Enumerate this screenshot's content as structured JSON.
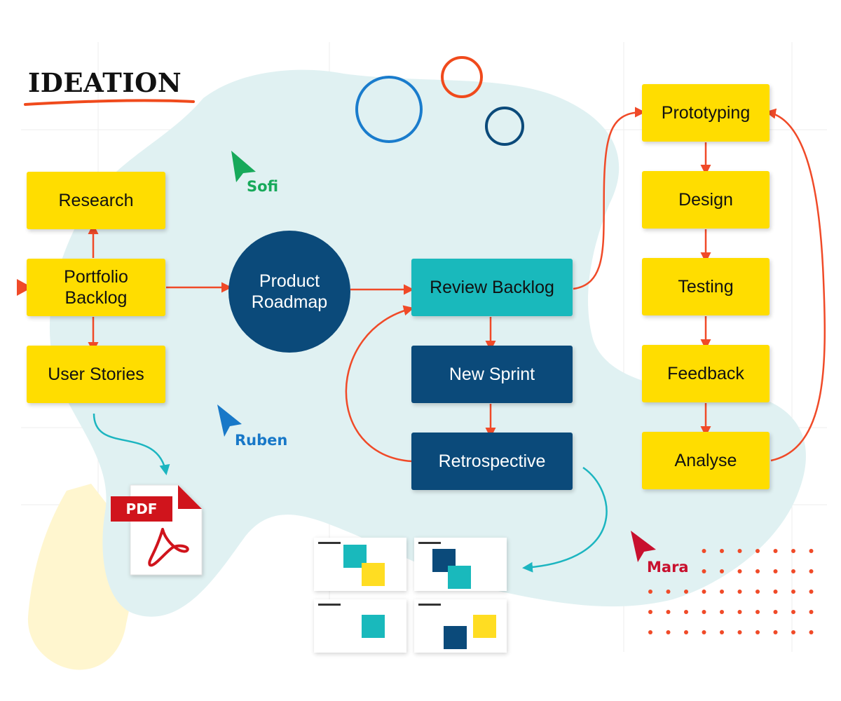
{
  "title": "IDEATION",
  "colors": {
    "yellow": "#ffdd00",
    "teal": "#19b9bc",
    "navy": "#0b4a7a",
    "arrow_red": "#f04a28",
    "arrow_teal": "#1cb5c0",
    "blob": "#e0f1f2"
  },
  "nodes": {
    "research": "Research",
    "portfolio_backlog_line1": "Portfolio",
    "portfolio_backlog_line2": "Backlog",
    "user_stories": "User Stories",
    "product_roadmap_line1": "Product",
    "product_roadmap_line2": "Roadmap",
    "review_backlog": "Review Backlog",
    "new_sprint": "New Sprint",
    "retrospective": "Retrospective",
    "prototyping": "Prototyping",
    "design": "Design",
    "testing": "Testing",
    "feedback": "Feedback",
    "analyse": "Analyse"
  },
  "cursors": [
    {
      "name": "Sofi",
      "color": "#17a95a"
    },
    {
      "name": "Ruben",
      "color": "#1878c8"
    },
    {
      "name": "Mara",
      "color": "#c8102e"
    }
  ],
  "pdf": {
    "label": "PDF",
    "icon": "adobe-acrobat-icon"
  }
}
